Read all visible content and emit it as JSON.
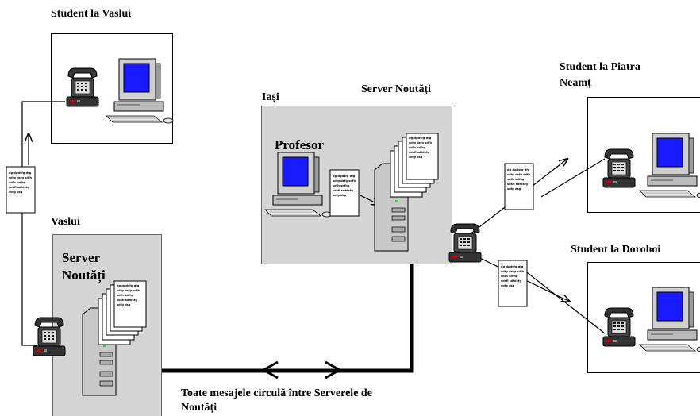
{
  "labels": {
    "student_vaslui": "Student la Vaslui",
    "vaslui": "Vaslui",
    "server_vaslui_1": "Server",
    "server_vaslui_2": "Noutăți",
    "iasi": "Iași",
    "server_iasi": "Server  Noutăți",
    "profesor": "Profesor",
    "student_piatra_1": "Student la Piatra",
    "student_piatra_2": "Neamț",
    "student_dorohoi": "Student la Dorohoi",
    "bottom_1": "Toate mesajele circulă între Serverele de",
    "bottom_2": "Noutăți"
  },
  "colors": {
    "screen": "#1a1aff",
    "server_bg": "#d4d4d4",
    "outline": "#000000"
  },
  "icons": [
    "telephone-modem-icon",
    "desktop-computer-icon",
    "server-tower-icon",
    "document-stack-icon",
    "message-document-icon"
  ]
}
